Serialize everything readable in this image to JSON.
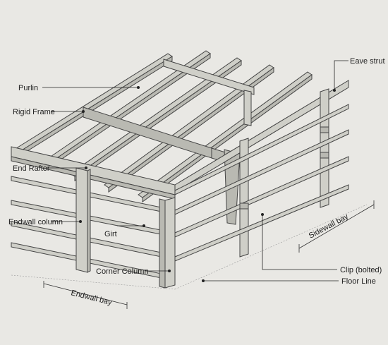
{
  "labels": {
    "purlin": "Purlin",
    "rigid_frame": "Rigid Frame",
    "end_rafter": "End Rafter",
    "endwall_column": "Endwall column",
    "girt": "Girt",
    "corner_column": "Corner Column",
    "endwall_bay": "Endwall bay",
    "eave_strut": "Eave strut",
    "sidewall_bay": "Sidewall bay",
    "clip_bolted": "Clip (bolted)",
    "floor_line": "Floor Line"
  },
  "colors": {
    "background": "#e9e8e4",
    "steel": "#cfcfc8",
    "steel_shadow": "#b9b9b2",
    "outline": "#444444",
    "text": "#1e1e1e"
  }
}
